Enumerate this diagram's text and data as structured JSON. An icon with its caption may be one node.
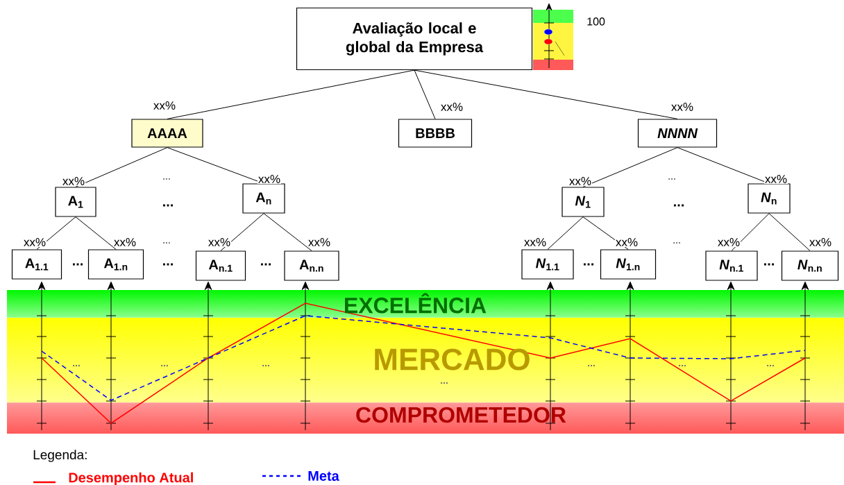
{
  "diagram": {
    "nodes": [
      {
        "text": [
          "Avaliação local e global da Empresa"
        ]
      },
      {
        "text": [
          "AAAA"
        ]
      },
      {
        "text": [
          "BBBB"
        ]
      },
      {
        "text": [
          "NNNN"
        ]
      },
      {
        "text": [
          "A$_{1}$"
        ]
      },
      {
        "text": [
          "A$_{n}$"
        ]
      },
      {
        "text": [
          "*N*$_{1}$"
        ]
      },
      {
        "text": [
          "*N*$_{n}$"
        ]
      },
      {
        "text": [
          "A$_{1.1}$"
        ]
      },
      {
        "text": [
          "A$_{1.n}$"
        ]
      },
      {
        "text": [
          "A$_{n.1}$"
        ]
      },
      {
        "text": [
          "A$_{n.n}$"
        ]
      },
      {
        "text": [
          "*N*$_{1.1}$"
        ]
      },
      {
        "text": [
          "*N*$_{1.n}$"
        ]
      },
      {
        "text": [
          "*N*$_{n.1}$"
        ]
      },
      {
        "text": [
          "*N*$_{n.n}$"
        ]
      }
    ],
    "edges": [
      {
        "from": 0,
        "to": 1,
        "arrow": "none",
        "label": "xx%"
      },
      {
        "from": 0,
        "to": 2,
        "arrow": "none",
        "label": "xx%"
      },
      {
        "from": 0,
        "to": 3,
        "arrow": "none",
        "label": "xx%"
      },
      {
        "from": 1,
        "to": 4,
        "arrow": "none",
        "label": "xx%"
      },
      {
        "from": 1,
        "to": 5,
        "arrow": "none",
        "label": "xx%"
      },
      {
        "from": 3,
        "to": 6,
        "arrow": "none",
        "label": "xx%"
      },
      {
        "from": 3,
        "to": 7,
        "arrow": "none",
        "label": "xx%"
      },
      {
        "from": 4,
        "to": 8,
        "arrow": "none",
        "label": "xx%"
      },
      {
        "from": 4,
        "to": 9,
        "arrow": "none",
        "label": "xx%"
      },
      {
        "from": 5,
        "to": 10,
        "arrow": "none",
        "label": "xx%"
      },
      {
        "from": 5,
        "to": 11,
        "arrow": "none",
        "label": "xx%"
      },
      {
        "from": 6,
        "to": 12,
        "arrow": "none",
        "label": "xx%"
      },
      {
        "from": 6,
        "to": 13,
        "arrow": "none",
        "label": "xx%"
      },
      {
        "from": 7,
        "to": 14,
        "arrow": "none",
        "label": "xx%"
      },
      {
        "from": 7,
        "to": 15,
        "arrow": "none",
        "label": "xx%"
      }
    ],
    "labels": [
      "100",
      "...",
      "...",
      "...",
      "...",
      "...",
      "...",
      "...",
      "...",
      "...",
      "...",
      "...",
      "EXCELÊNCIA",
      "MERCADO",
      "...",
      "...",
      "...",
      "...",
      "...",
      "...",
      "...",
      "COMPROMETEDOR",
      "Legenda:"
    ],
    "legend": [
      {
        "text": "Desempenho Atual"
      },
      {
        "text": "Meta"
      }
    ]
  }
}
